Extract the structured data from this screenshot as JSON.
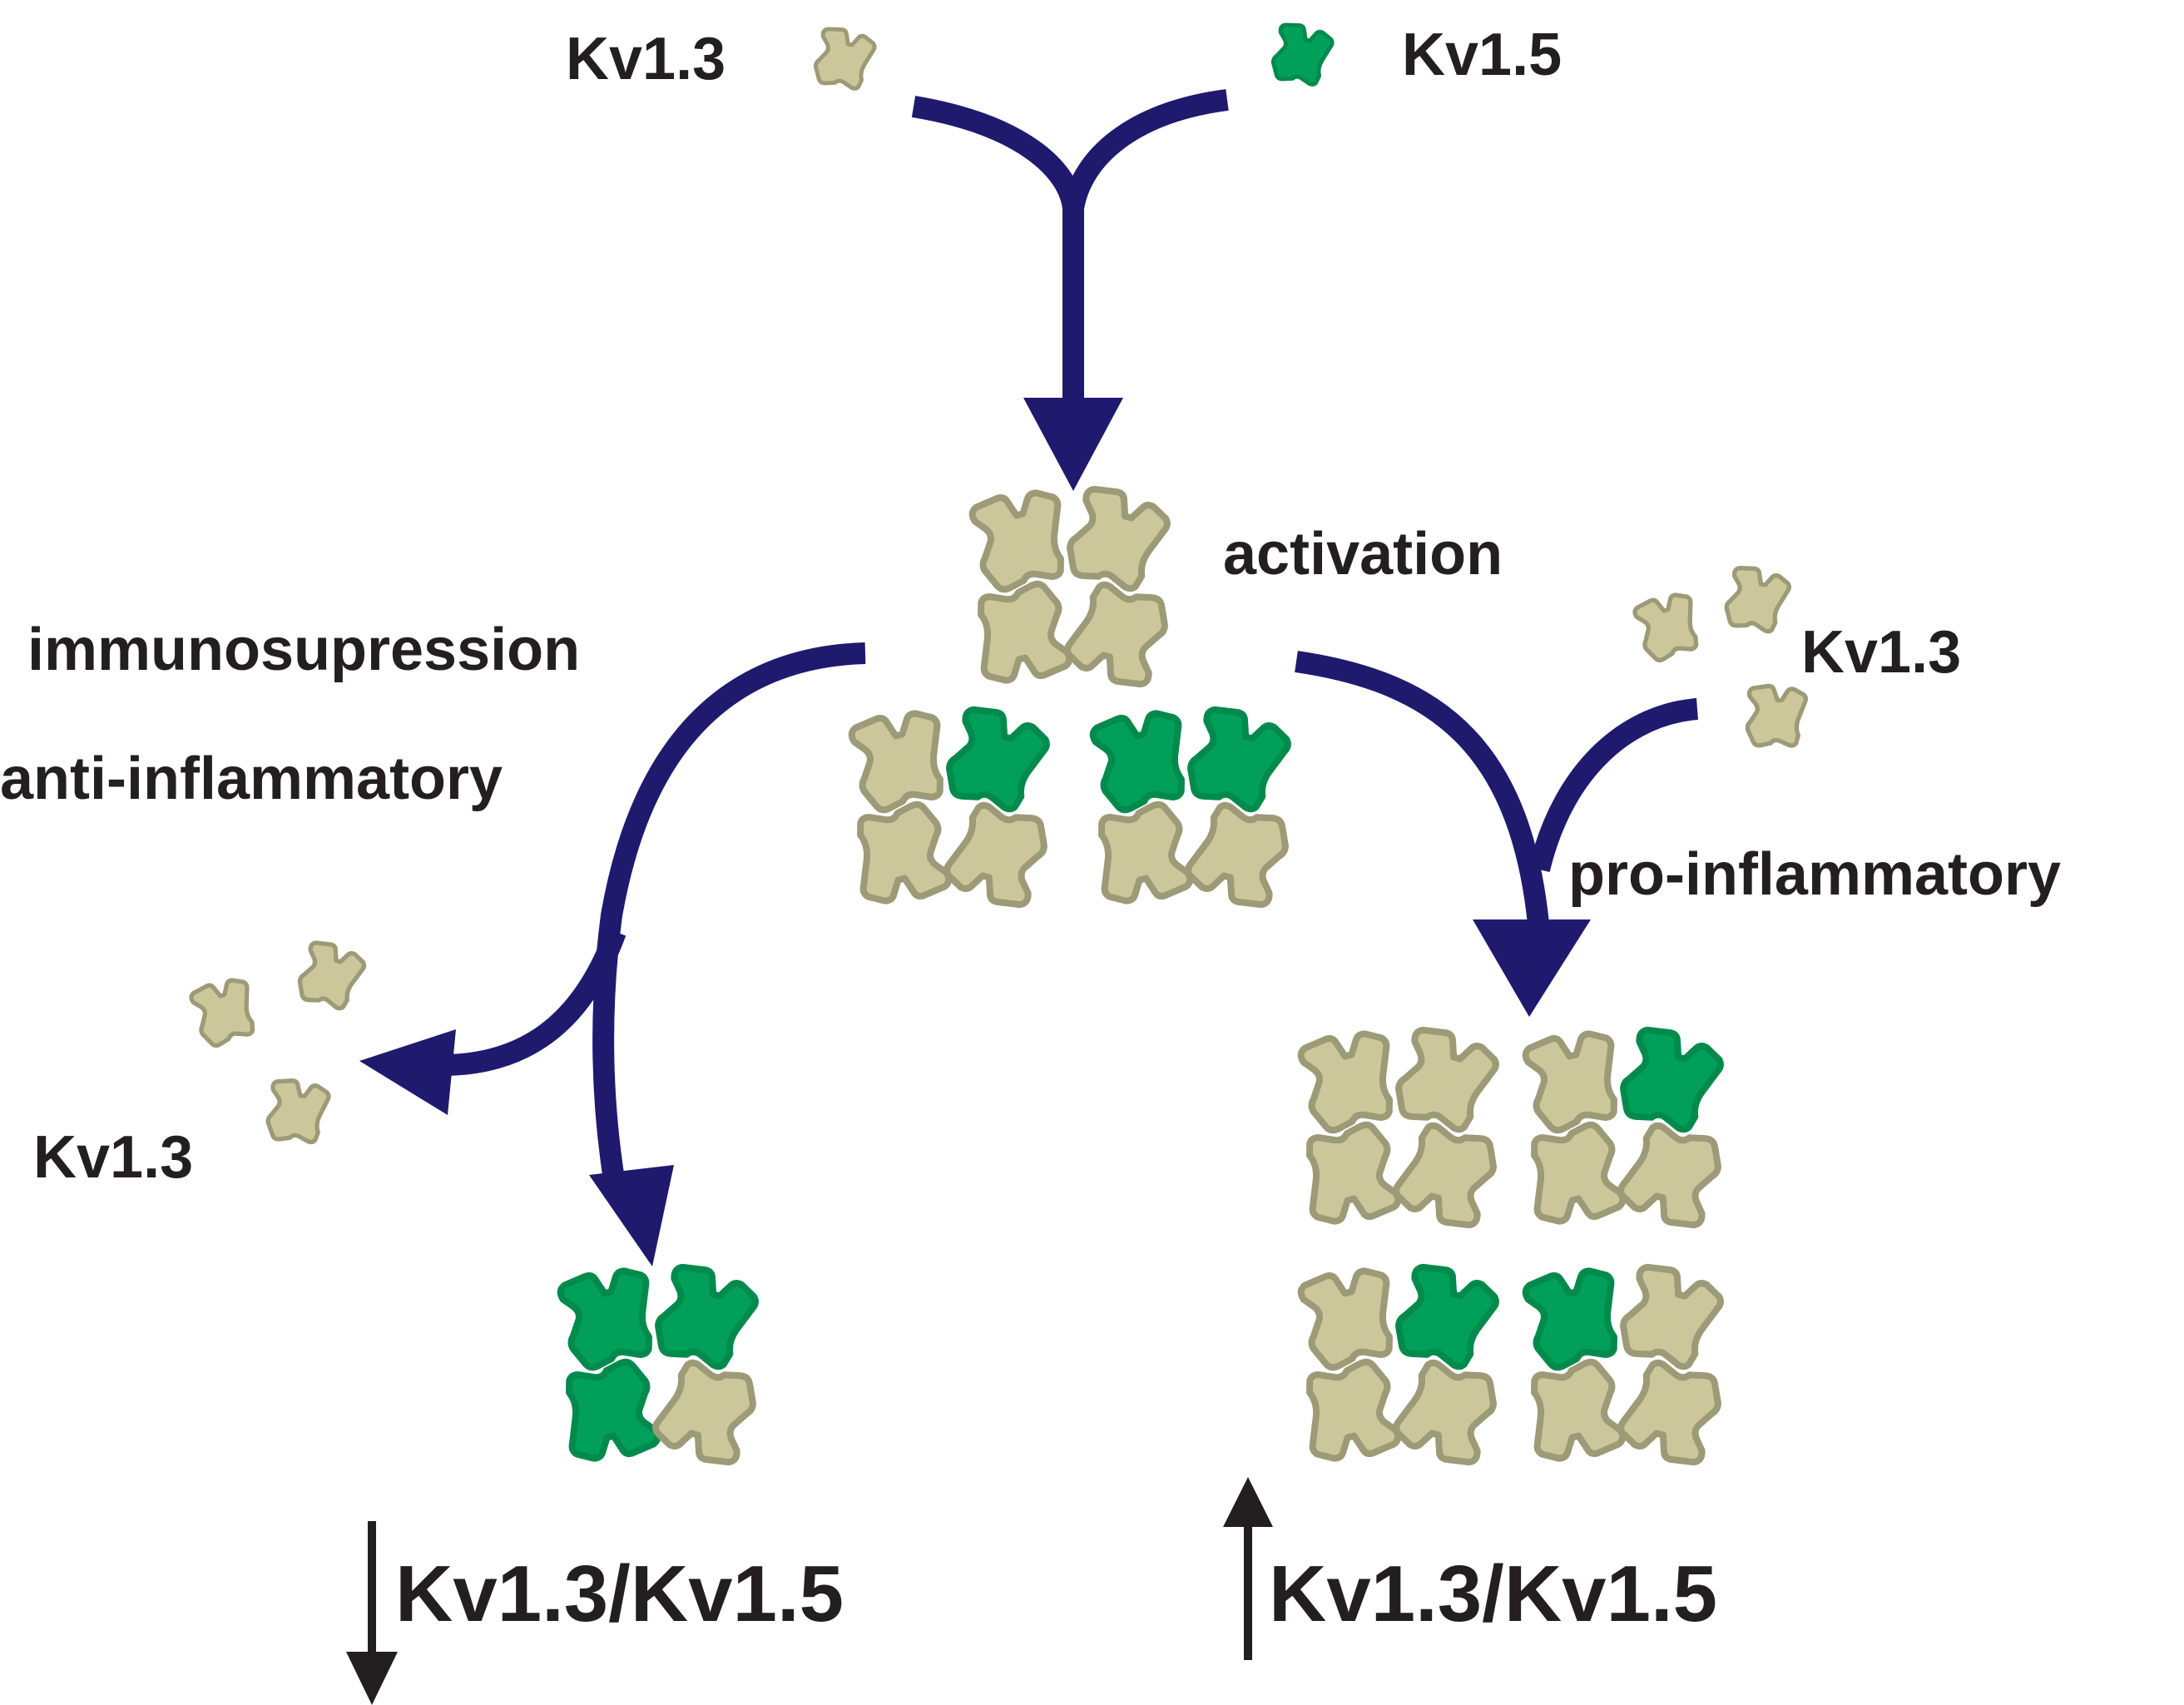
{
  "labels": {
    "kv13_top": "Kv1.3",
    "kv15_top": "Kv1.5",
    "activation": "activation",
    "immunosupression": "immunosupression",
    "anti_inflammatory": "anti-inflammatory",
    "kv13_right": "Kv1.3",
    "pro_inflammatory": "pro-inflammatory",
    "kv13_left": "Kv1.3",
    "ratio_down": "Kv1.3/Kv1.5",
    "ratio_up": "Kv1.3/Kv1.5"
  },
  "colors": {
    "kv13_fill": "#cbc79a",
    "kv13_stroke": "#9d9a78",
    "kv15_fill": "#00a05a",
    "kv15_stroke": "#008a4c",
    "arrow": "#1f1a6e",
    "text": "#231f20"
  },
  "legend": [
    {
      "subunit": "Kv1.3",
      "color_key": "kv13_fill"
    },
    {
      "subunit": "Kv1.5",
      "color_key": "kv15_fill"
    }
  ]
}
